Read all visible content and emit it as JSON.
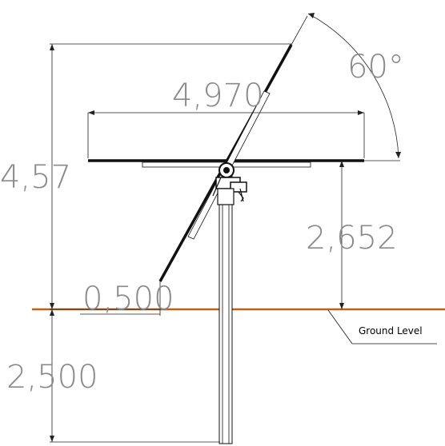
{
  "dimensions": {
    "total_height": "4,57",
    "panel_width": "4,970",
    "tilt_angle": "60°",
    "pivot_height": "2,652",
    "ground_clearance": "0,500",
    "embedment_depth": "2,500"
  },
  "annotations": {
    "ground_level": "Ground Level"
  },
  "colors": {
    "ground_line": "#b8621b",
    "dimension_text": "#8a8a8a",
    "structure": "#111111"
  }
}
